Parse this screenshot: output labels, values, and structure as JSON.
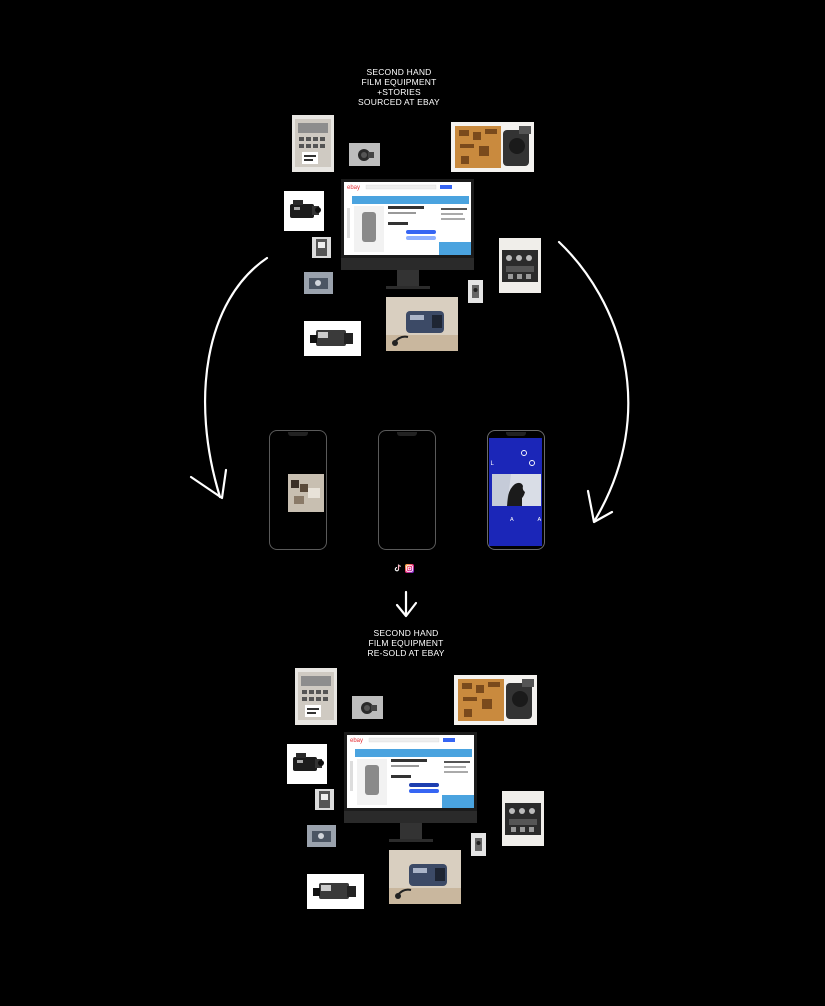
{
  "top_caption": {
    "line1": "SECOND HAND",
    "line2": "FILM EQUIPMENT",
    "line3": "+STORIES",
    "line4": "SOURCED AT EBAY"
  },
  "bottom_caption": {
    "line1": "SECOND HAND",
    "line2": "FILM EQUIPMENT",
    "line3": "RE-SOLD AT EBAY"
  },
  "ebay_logo": "ebay",
  "phone_right": {
    "letters": [
      "L",
      "A",
      "A"
    ],
    "accent_color": "#1b26b8"
  },
  "icons": [
    "tiktok-icon",
    "instagram-icon"
  ]
}
